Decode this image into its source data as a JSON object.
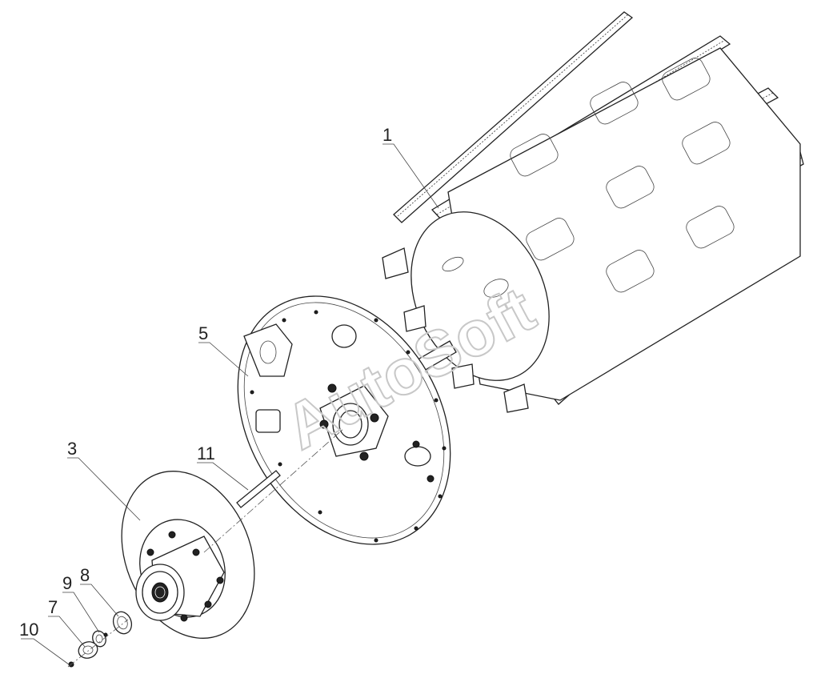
{
  "diagram": {
    "watermark": "AutoSoft",
    "callouts": [
      {
        "id": "callout-1",
        "label": "1"
      },
      {
        "id": "callout-5",
        "label": "5"
      },
      {
        "id": "callout-3",
        "label": "3"
      },
      {
        "id": "callout-11",
        "label": "11"
      },
      {
        "id": "callout-8",
        "label": "8"
      },
      {
        "id": "callout-9",
        "label": "9"
      },
      {
        "id": "callout-7",
        "label": "7"
      },
      {
        "id": "callout-10",
        "label": "10"
      }
    ]
  }
}
